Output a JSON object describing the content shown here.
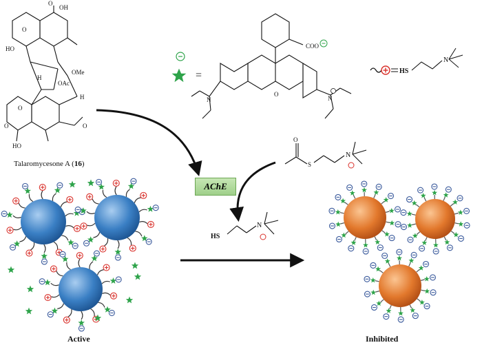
{
  "compound": {
    "name": "Talaromycesone A (",
    "number": "16",
    "close": ")"
  },
  "enzyme": {
    "label": "AChE"
  },
  "equals_sign": "=",
  "states": {
    "active": "Active",
    "inhibited": "Inhibited"
  },
  "structure_labels": {
    "oh": "OH",
    "ho": "HO",
    "o": "O",
    "h": "H",
    "ome": "OMe",
    "oac": "OAc",
    "coo": "COO",
    "n": "N",
    "hs": "HS",
    "s": "S",
    "plus": "+",
    "minus": "−"
  },
  "colors": {
    "active_particle": "#3a7fc4",
    "inhibited_particle": "#e2782c",
    "enzyme_box": "#a8d895",
    "dye_star": "#2ea34a",
    "positive_charge": "#d9302a",
    "negative_charge": "#3a5a9c",
    "arrow": "#111111"
  },
  "icons": [
    "fluorescein-dye-star-icon",
    "positive-charge-icon",
    "negative-charge-icon",
    "reaction-arrow-icon"
  ]
}
